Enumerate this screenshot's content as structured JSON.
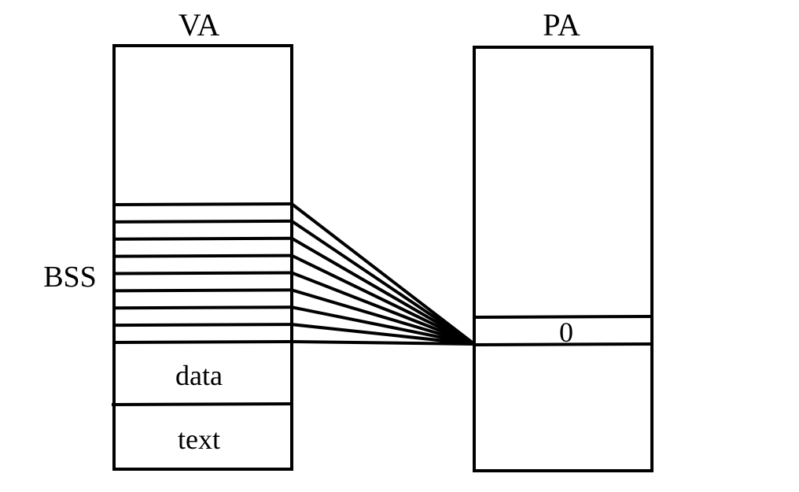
{
  "virtual_memory": {
    "title": "VA",
    "segments": {
      "bss_label": "BSS",
      "data_label": "data",
      "text_label": "text"
    }
  },
  "physical_memory": {
    "title": "PA",
    "zero_page_label": "0"
  },
  "mapping": {
    "bss_page_count": 8,
    "maps_to": "zero_page"
  }
}
